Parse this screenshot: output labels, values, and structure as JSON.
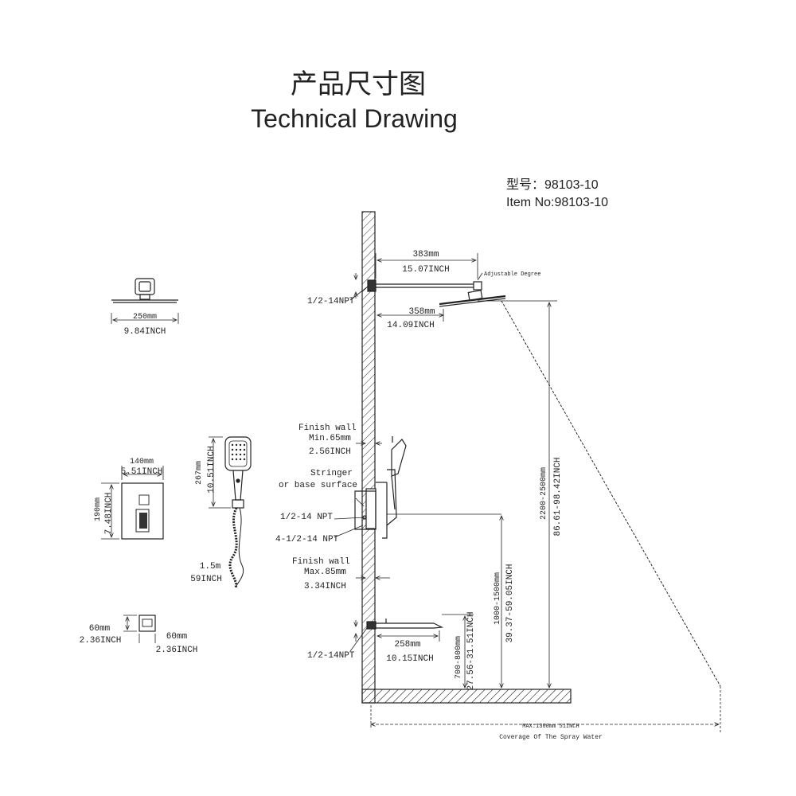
{
  "header": {
    "title_cn": "产品尺寸图",
    "title_en": "Technical Drawing",
    "model_cn": "型号：98103-10",
    "model_en": "Item No:98103-10"
  },
  "rain_head": {
    "mm": "250mm",
    "inch": "9.84INCH"
  },
  "valve_plate": {
    "width_mm": "140mm",
    "width_inch": "5.51INCH",
    "height_mm": "190mm",
    "height_inch": "7.48INCH"
  },
  "hand_shower": {
    "length_mm": "267mm",
    "length_inch": "10.51INCH",
    "hose_m": "1.5m",
    "hose_inch": "59INCH"
  },
  "elbow": {
    "h_mm": "60mm",
    "h_inch": "2.36INCH",
    "w_mm": "60mm",
    "w_inch": "2.36INCH"
  },
  "side_view": {
    "arm_mm": "383mm",
    "arm_inch": "15.07INCH",
    "adjustable": "Adjustable Degree",
    "npt_top": "1/2-14NPT",
    "head_offset_mm": "358mm",
    "head_offset_inch": "14.09INCH",
    "finish_wall_min_1": "Finish wall",
    "finish_wall_min_2": "Min.65mm",
    "finish_wall_min_inch": "2.56INCH",
    "stringer_1": "Stringer",
    "stringer_2": "or base surface",
    "npt_mid": "1/2-14 NPT",
    "npt_mid2": "4-1/2-14 NPT",
    "finish_wall_max_1": "Finish wall",
    "finish_wall_max_2": "Max.85mm",
    "finish_wall_max_inch": "3.34INCH",
    "npt_bottom": "1/2-14NPT",
    "spout_mm": "258mm",
    "spout_inch": "10.15INCH",
    "spout_h_mm": "700-800mm",
    "spout_h_inch": "27.56-31.51INCH",
    "valve_h_mm": "1000-1500mm",
    "valve_h_inch": "39.37-59.05INCH",
    "head_h_mm": "2200-2500mm",
    "head_h_inch": "86.61-98.42INCH",
    "coverage_max": "MAX:1300mm 51INCH",
    "coverage_label": "Coverage Of The Spray Water"
  }
}
